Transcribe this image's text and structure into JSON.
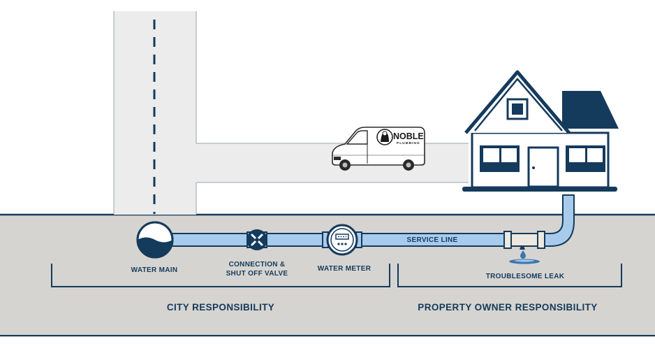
{
  "labels": {
    "water_main": "WATER MAIN",
    "valve_line1": "CONNECTION &",
    "valve_line2": "SHUT OFF VALVE",
    "water_meter": "WATER METER",
    "service_line": "SERVICE LINE",
    "leak": "TROUBLESOME LEAK",
    "city": "CITY RESPONSIBILITY",
    "owner": "PROPERTY OWNER RESPONSIBILITY"
  },
  "van": {
    "brand": "NOBLE",
    "brand_sub": "PLUMBING"
  },
  "colors": {
    "navy": "#143a5c",
    "pipe": "#a8cbec",
    "ground": "#d6d4d0",
    "road": "#ececec",
    "road_edge": "#9aa3ad"
  },
  "icons": [
    "water-main-icon",
    "shutoff-valve-icon",
    "water-meter-icon",
    "leak-pipe-icon",
    "van-icon",
    "house-icon"
  ]
}
